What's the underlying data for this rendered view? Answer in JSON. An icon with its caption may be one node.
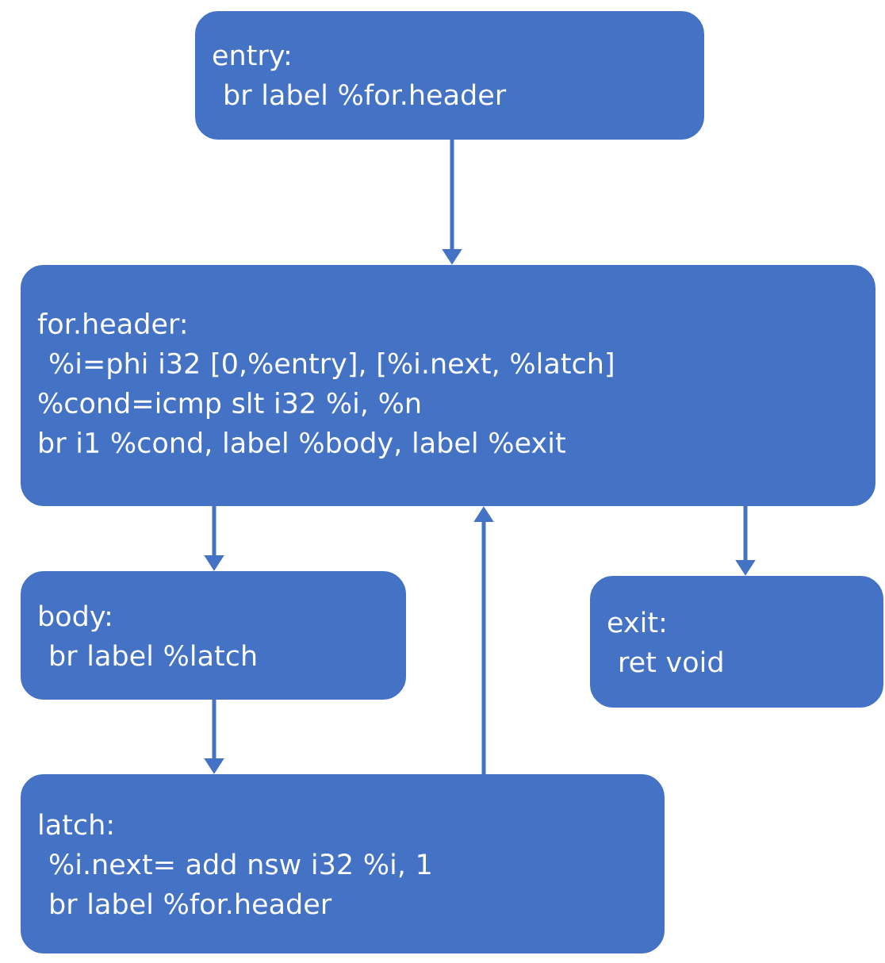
{
  "diagram": {
    "nodes": [
      {
        "text": [
          "entry:",
          "br label %for.header"
        ]
      },
      {
        "text": [
          "for.header:",
          "%i=phi i32 [0,%entry], [%i.next, %latch]",
          "%cond=icmp slt i32 %i, %n",
          "br i1 %cond, label %body, label %exit"
        ]
      },
      {
        "text": [
          "body:",
          "br label %latch"
        ]
      },
      {
        "text": [
          "exit:",
          "ret void"
        ]
      },
      {
        "text": [
          "latch:",
          "%i.next= add nsw i32 %i, 1",
          "br label %for.header"
        ]
      }
    ],
    "edges": [
      {
        "from": 0,
        "to": 1,
        "arrow": "to"
      },
      {
        "from": 1,
        "to": 2,
        "arrow": "to"
      },
      {
        "from": 1,
        "to": 3,
        "arrow": "to"
      },
      {
        "from": 2,
        "to": 4,
        "arrow": "to"
      },
      {
        "from": 4,
        "to": 1,
        "arrow": "to"
      }
    ]
  }
}
